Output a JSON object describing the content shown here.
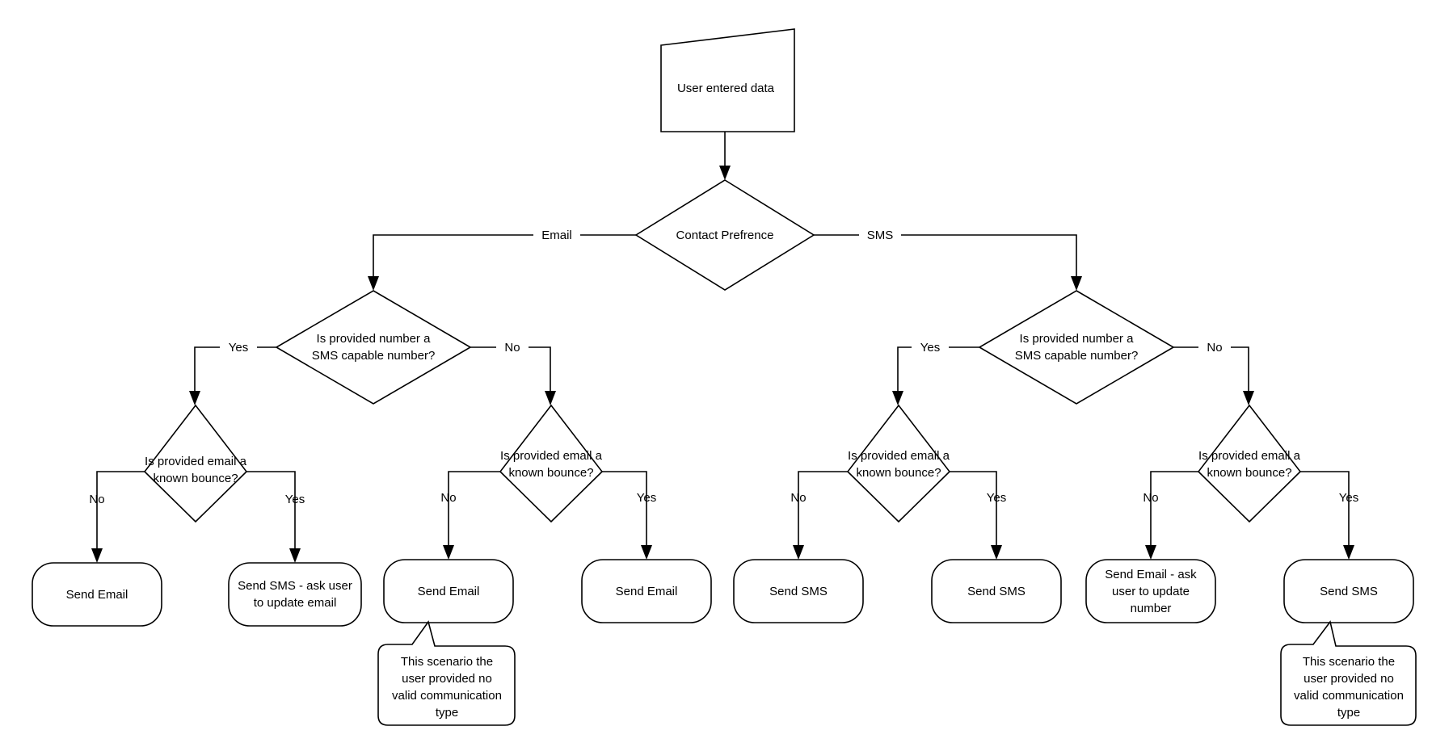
{
  "diagram": {
    "title": "Contact preference decision flowchart",
    "colors": {
      "background": "#ffffff",
      "stroke": "#000000",
      "fill": "#ffffff",
      "text": "#000000"
    },
    "nodes": {
      "start": {
        "label": "User entered data",
        "shape": "parallelogram-slanted-top"
      },
      "contact_preference": {
        "label": "Contact Prefrence",
        "shape": "diamond"
      },
      "sms_capable_left": {
        "label_line1": "Is provided number a",
        "label_line2": "SMS capable number?",
        "shape": "diamond"
      },
      "sms_capable_right": {
        "label_line1": "Is provided number a",
        "label_line2": "SMS capable number?",
        "shape": "diamond"
      },
      "bounce_1": {
        "label_line1": "Is provided email a",
        "label_line2": "known bounce?",
        "shape": "diamond"
      },
      "bounce_2": {
        "label_line1": "Is provided email a",
        "label_line2": "known bounce?",
        "shape": "diamond"
      },
      "bounce_3": {
        "label_line1": "Is provided email a",
        "label_line2": "known bounce?",
        "shape": "diamond"
      },
      "bounce_4": {
        "label_line1": "Is provided email a",
        "label_line2": "known bounce?",
        "shape": "diamond"
      },
      "terminal_1": {
        "lines": [
          "Send Email"
        ],
        "shape": "stadium"
      },
      "terminal_2": {
        "lines": [
          "Send SMS - ask user",
          "to update email"
        ],
        "shape": "stadium"
      },
      "terminal_3": {
        "lines": [
          "Send Email"
        ],
        "shape": "stadium"
      },
      "terminal_4": {
        "lines": [
          "Send Email"
        ],
        "shape": "stadium"
      },
      "terminal_5": {
        "lines": [
          "Send SMS"
        ],
        "shape": "stadium"
      },
      "terminal_6": {
        "lines": [
          "Send SMS"
        ],
        "shape": "stadium"
      },
      "terminal_7": {
        "lines": [
          "Send Email - ask",
          "user to update",
          "number"
        ],
        "shape": "stadium"
      },
      "terminal_8": {
        "lines": [
          "Send SMS"
        ],
        "shape": "stadium"
      }
    },
    "edge_labels": {
      "email": "Email",
      "sms": "SMS",
      "yes_left": "Yes",
      "no_left": "No",
      "yes_right": "Yes",
      "no_right": "No",
      "b1_no": "No",
      "b1_yes": "Yes",
      "b2_no": "No",
      "b2_yes": "Yes",
      "b3_no": "No",
      "b3_yes": "Yes",
      "b4_no": "No",
      "b4_yes": "Yes"
    },
    "notes": {
      "note_left": {
        "lines": [
          "This scenario the",
          "user provided no",
          "valid communication",
          "type"
        ],
        "shape": "callout"
      },
      "note_right": {
        "lines": [
          "This scenario the",
          "user provided no",
          "valid communication",
          "type"
        ],
        "shape": "callout"
      }
    }
  }
}
